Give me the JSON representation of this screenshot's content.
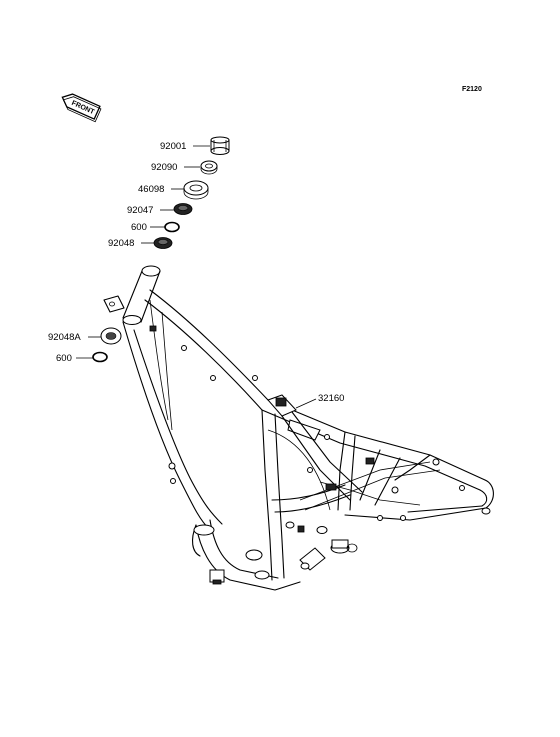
{
  "figure_code": "F2120",
  "front_marker": "FRONT",
  "callouts": [
    {
      "id": "c-92001",
      "label": "92001"
    },
    {
      "id": "c-92090",
      "label": "92090"
    },
    {
      "id": "c-46098",
      "label": "46098"
    },
    {
      "id": "c-92047",
      "label": "92047"
    },
    {
      "id": "c-600-top",
      "label": "600"
    },
    {
      "id": "c-92048",
      "label": "92048"
    },
    {
      "id": "c-92048a",
      "label": "92048A"
    },
    {
      "id": "c-600-bottom",
      "label": "600"
    },
    {
      "id": "c-32160",
      "label": "32160"
    }
  ]
}
